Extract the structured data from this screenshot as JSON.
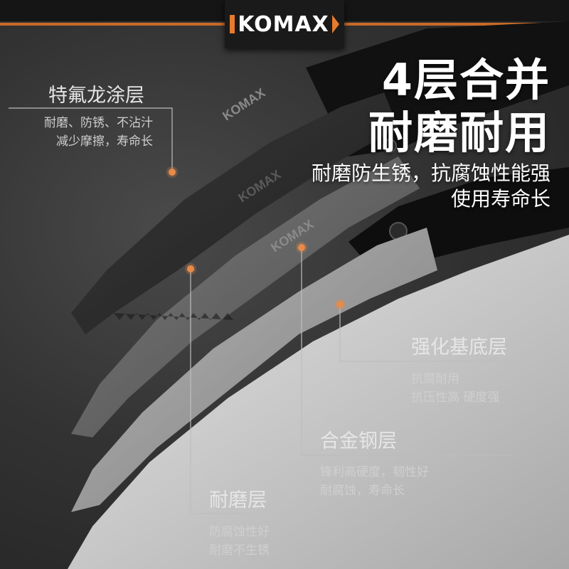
{
  "brand": {
    "logo": "KOMAX",
    "accent_color": "#e87a2c"
  },
  "headline": {
    "line1": "4层合并",
    "line2": "耐磨耐用"
  },
  "subline": {
    "line1": "耐磨防生锈，抗腐蚀性能强",
    "line2": "使用寿命长"
  },
  "layers": [
    {
      "title": "特氟龙涂层",
      "desc1": "耐磨、防锈、不沾汁",
      "desc2": "减少摩擦，寿命长"
    },
    {
      "title": "强化基底层",
      "desc1": "抗腐耐用",
      "desc2": "抗压性高 硬度强"
    },
    {
      "title": "合金钢层",
      "desc1": "锋利高硬度，韧性好",
      "desc2": "耐腐蚀，寿命长"
    },
    {
      "title": "耐磨层",
      "desc1": "防腐蚀性好",
      "desc2": "耐磨不生锈"
    }
  ]
}
